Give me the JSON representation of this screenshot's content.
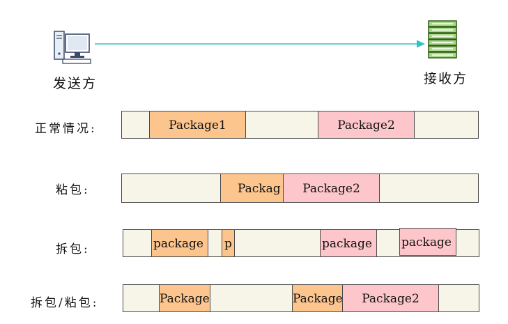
{
  "sender": {
    "label": "发送方"
  },
  "receiver": {
    "label": "接收方"
  },
  "colors": {
    "arrow": "#2ec4c4",
    "bar_bg": "#f7f4e8",
    "package1": "#fcc58d",
    "package2": "#fdc6ca"
  },
  "icons": {
    "sender": "computer-icon",
    "receiver": "server-icon"
  },
  "rows": [
    {
      "label": "正常情况:",
      "segments": [
        "Package1",
        "Package2"
      ]
    },
    {
      "label": "粘包:",
      "segments": [
        "Packag",
        "Package2"
      ]
    },
    {
      "label": "拆包:",
      "segments": [
        "package",
        "p",
        "package",
        "package"
      ]
    },
    {
      "label": "拆包/粘包:",
      "segments": [
        "Package",
        "Package",
        "Package2"
      ]
    }
  ]
}
